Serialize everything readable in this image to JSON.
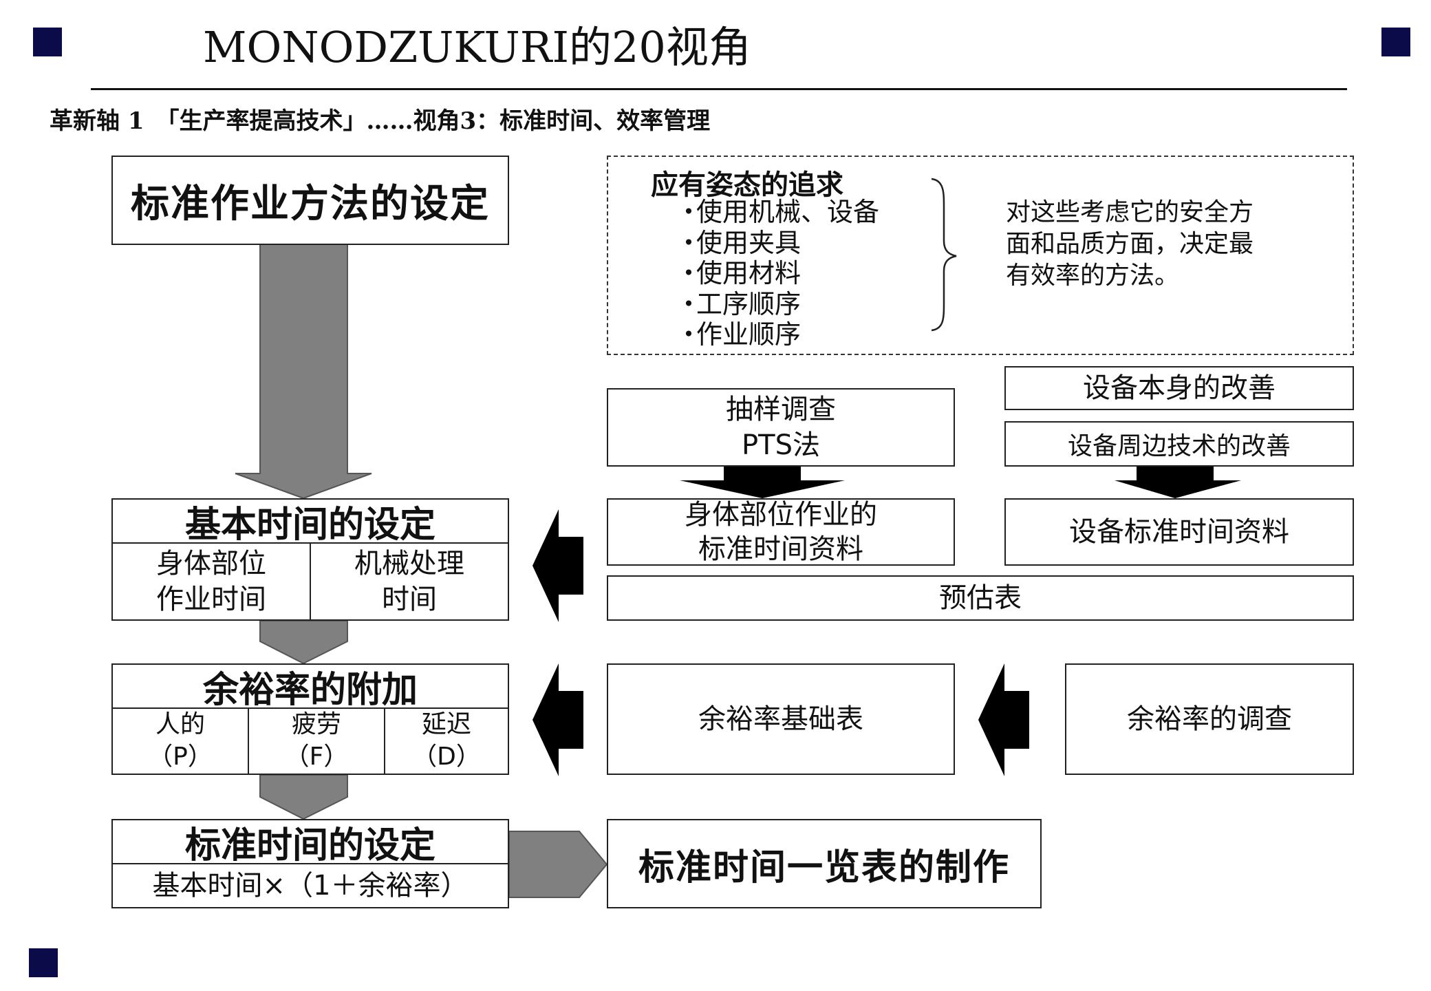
{
  "header": {
    "title": "MONODZUKURI的20视角",
    "subtitle": "革新轴 1　「生产率提高技术」……视角3：标准时间、效率管理"
  },
  "left": {
    "standard_method": "标准作业方法的设定",
    "basic_time": {
      "title": "基本时间的设定",
      "body_line1": "身体部位",
      "body_line2": "作业时间",
      "machine_line1": "机械处理",
      "machine_line2": "时间"
    },
    "allowance": {
      "title": "余裕率的附加",
      "cells": [
        {
          "line1": "人的",
          "line2": "（P）"
        },
        {
          "line1": "疲劳",
          "line2": "（F）"
        },
        {
          "line1": "延迟",
          "line2": "（D）"
        }
      ]
    },
    "standard_time": {
      "title": "标准时间的设定",
      "formula": "基本时间×（1＋余裕率）"
    }
  },
  "right": {
    "ideal": {
      "title": "应有姿态的追求",
      "items": [
        "使用机械、设备",
        "使用夹具",
        "使用材料",
        "工序顺序",
        "作业顺序"
      ],
      "bullet": "・",
      "note_line1": "对这些考虑它的安全方",
      "note_line2": "面和品质方面，决定最",
      "note_line3": "有效率的方法。"
    },
    "sampling_line1": "抽样调查",
    "sampling_line2": "PTS法",
    "equip_self": "设备本身的改善",
    "equip_surround": "设备周边技术的改善",
    "body_data_line1": "身体部位作业的",
    "body_data_line2": "标准时间资料",
    "equip_data": "设备标准时间资料",
    "estimate": "预估表",
    "allowance_table": "余裕率基础表",
    "allowance_survey": "余裕率的调查",
    "list_make": "标准时间一览表的制作"
  },
  "colors": {
    "corner_square": "#0b0b4a",
    "arrow_gray": "#808080",
    "arrow_black": "#000000"
  }
}
